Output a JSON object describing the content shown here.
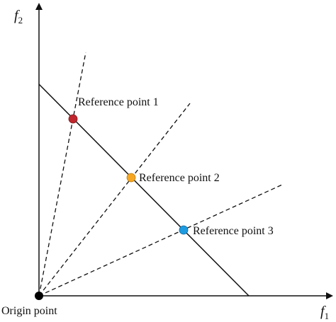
{
  "axes": {
    "f1_label": "f",
    "f1_subscript": "1",
    "f2_label": "f",
    "f2_subscript": "2"
  },
  "origin": {
    "label": "Origin point"
  },
  "reference_points": [
    {
      "label": "Reference point 1",
      "color": "#c0262d"
    },
    {
      "label": "Reference point 2",
      "color": "#f5a623"
    },
    {
      "label": "Reference point 3",
      "color": "#1e9be0"
    }
  ]
}
